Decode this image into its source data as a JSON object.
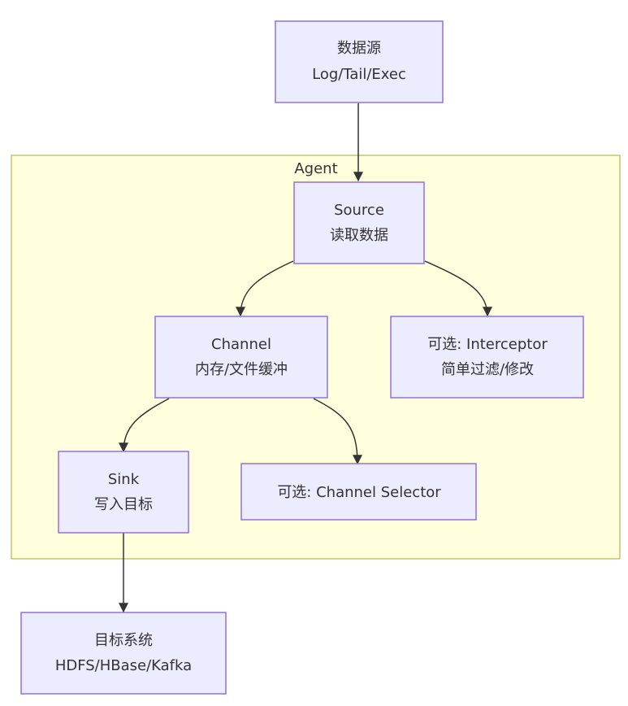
{
  "diagram": {
    "cluster": {
      "label": "Agent"
    },
    "nodes": {
      "datasource": {
        "line1": "数据源",
        "line2": "Log/Tail/Exec"
      },
      "source": {
        "line1": "Source",
        "line2": "读取数据"
      },
      "channel": {
        "line1": "Channel",
        "line2": "内存/文件缓冲"
      },
      "interceptor": {
        "line1": "可选: Interceptor",
        "line2": "简单过滤/修改"
      },
      "sink": {
        "line1": "Sink",
        "line2": "写入目标"
      },
      "selector": {
        "line1": "可选: Channel Selector"
      },
      "target": {
        "line1": "目标系统",
        "line2": "HDFS/HBase/Kafka"
      }
    },
    "edges": [
      {
        "from": "datasource",
        "to": "source"
      },
      {
        "from": "source",
        "to": "channel"
      },
      {
        "from": "source",
        "to": "interceptor"
      },
      {
        "from": "channel",
        "to": "sink"
      },
      {
        "from": "channel",
        "to": "selector"
      },
      {
        "from": "sink",
        "to": "target"
      }
    ],
    "colors": {
      "node_fill": "#ececff",
      "node_stroke": "#9370db",
      "cluster_fill": "#ffffde",
      "cluster_stroke": "#aaaa33",
      "edge": "#333333",
      "text": "#333333"
    }
  }
}
